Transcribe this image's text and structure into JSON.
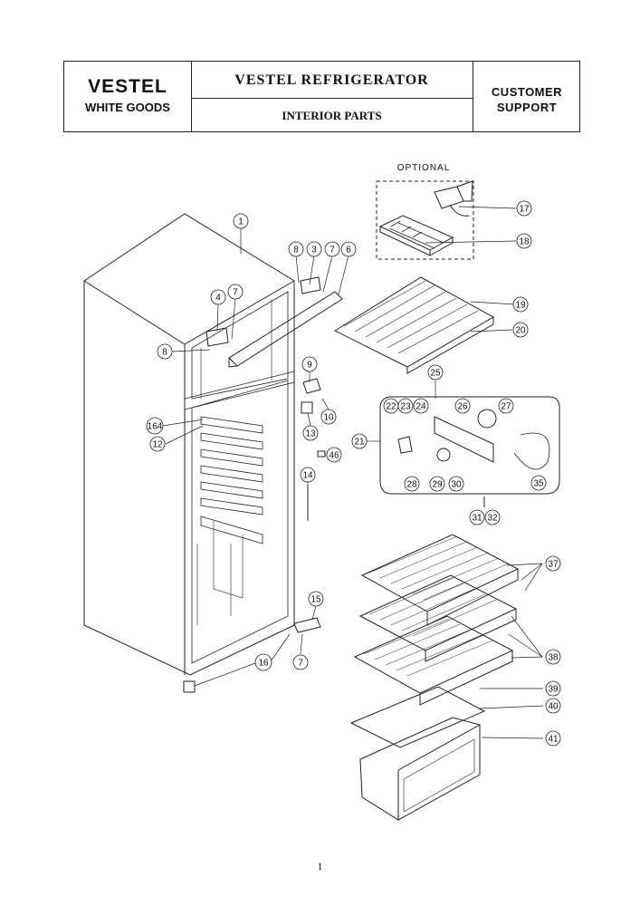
{
  "header": {
    "brand": "VESTEL",
    "division": "WHITE GOODS",
    "doc_title": "VESTEL  REFRIGERATOR",
    "subtitle": "INTERIOR PARTS",
    "support_line1": "CUSTOMER",
    "support_line2": "SUPPORT"
  },
  "diagram": {
    "optional_label": "OPTIONAL",
    "callouts": [
      "1",
      "8",
      "3",
      "7",
      "6",
      "4",
      "7",
      "8",
      "9",
      "10",
      "164",
      "12",
      "13",
      "46",
      "14",
      "15",
      "16",
      "7",
      "17",
      "18",
      "19",
      "20",
      "25",
      "22",
      "23",
      "24",
      "26",
      "27",
      "21",
      "28",
      "29",
      "30",
      "35",
      "31",
      "32",
      "37",
      "38",
      "39",
      "40",
      "41"
    ]
  },
  "footer": {
    "page_number": "1"
  }
}
